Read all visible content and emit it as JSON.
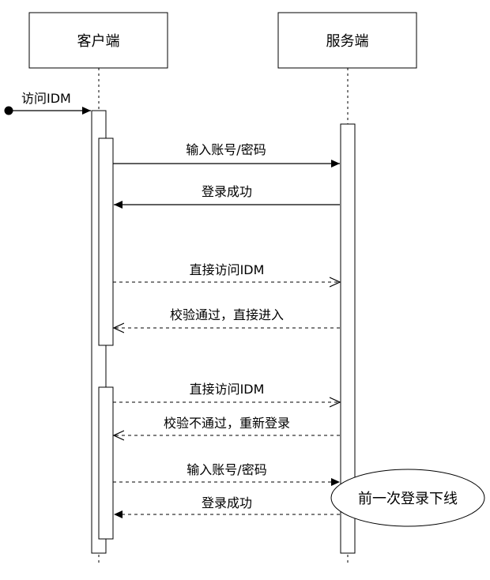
{
  "actors": {
    "client": "客户端",
    "server": "服务端"
  },
  "entry": {
    "label": "访问IDM"
  },
  "messages": [
    {
      "label": "输入账号/密码",
      "direction": "right",
      "style": "solid"
    },
    {
      "label": "登录成功",
      "direction": "left",
      "style": "solid"
    },
    {
      "label": "直接访问IDM",
      "direction": "right",
      "style": "dashed"
    },
    {
      "label": "校验通过，直接进入",
      "direction": "left",
      "style": "dashed"
    },
    {
      "label": "直接访问IDM",
      "direction": "right",
      "style": "dashed"
    },
    {
      "label": "校验不通过，重新登录",
      "direction": "left",
      "style": "dashed"
    },
    {
      "label": "输入账号/密码",
      "direction": "right",
      "style": "dashed"
    },
    {
      "label": "登录成功",
      "direction": "left",
      "style": "dashed"
    }
  ],
  "note": {
    "label": "前一次登录下线"
  }
}
